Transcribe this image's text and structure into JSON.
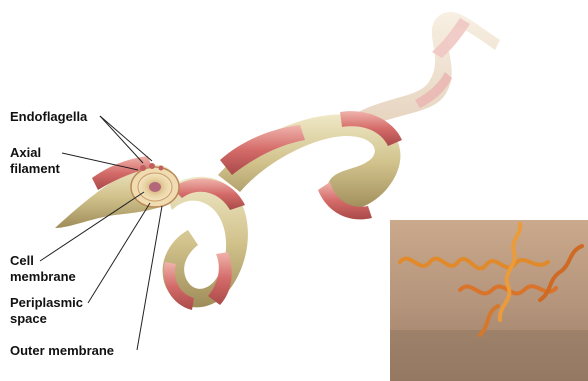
{
  "labels": {
    "endoflagella": "Endoflagella",
    "axial_filament_line1": "Axial",
    "axial_filament_line2": "filament",
    "cell_membrane_line1": "Cell",
    "cell_membrane_line2": "membrane",
    "periplasmic_space_line1": "Periplasmic",
    "periplasmic_space_line2": "space",
    "outer_membrane": "Outer membrane"
  },
  "colors": {
    "body_pale": "#e6dcb3",
    "body_tan": "#c9b981",
    "body_shadow": "#9f8d59",
    "flagella_red": "#d46b69",
    "flagella_pink": "#eaa7a1",
    "photo_bg": "#b89a7d",
    "photo_spiral": "#e08a2c"
  },
  "icons": {
    "main_illustration": "spirochete-3d-cutaway-icon",
    "inset_photo": "spirochete-micrograph-icon"
  }
}
